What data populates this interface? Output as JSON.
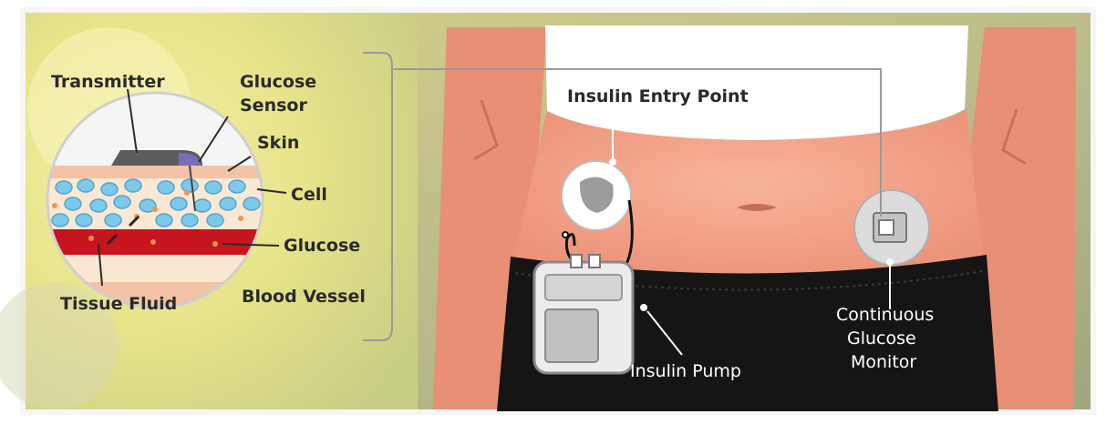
{
  "labels": {
    "transmitter": "Transmitter",
    "glucose_sensor_1": "Glucose",
    "glucose_sensor_2": "Sensor",
    "skin": "Skin",
    "cell": "Cell",
    "glucose": "Glucose",
    "tissue_fluid": "Tissue Fluid",
    "blood_vessel": "Blood Vessel",
    "insulin_entry_point": "Insulin Entry Point",
    "insulin_pump": "Insulin Pump",
    "cgm_1": "Continuous",
    "cgm_2": "Glucose",
    "cgm_3": "Monitor"
  },
  "colors": {
    "skin_tone": "#f3a58c",
    "pants": "#141414",
    "shirt": "#ffffff",
    "cell_blue": "#7ec8ea",
    "blood_red": "#c8141e",
    "glucose_dot": "#f0964b",
    "text_dark": "#2a2a2a"
  }
}
